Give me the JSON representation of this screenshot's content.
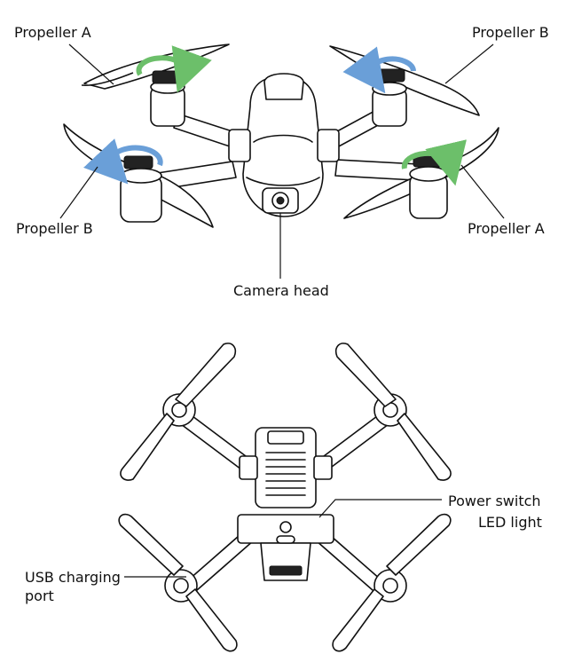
{
  "labels": {
    "propeller_a_top_left": "Propeller A",
    "propeller_b_top_right": "Propeller B",
    "propeller_b_bottom_left": "Propeller B",
    "propeller_a_bottom_right": "Propeller A",
    "camera_head": "Camera head",
    "power_switch": "Power switch",
    "led_light": "LED light",
    "usb_port_line1": "USB charging",
    "usb_port_line2": "port"
  },
  "colors": {
    "rotation_green": "#6cbf6a",
    "rotation_blue": "#6a9fd8",
    "ink": "#111111"
  }
}
